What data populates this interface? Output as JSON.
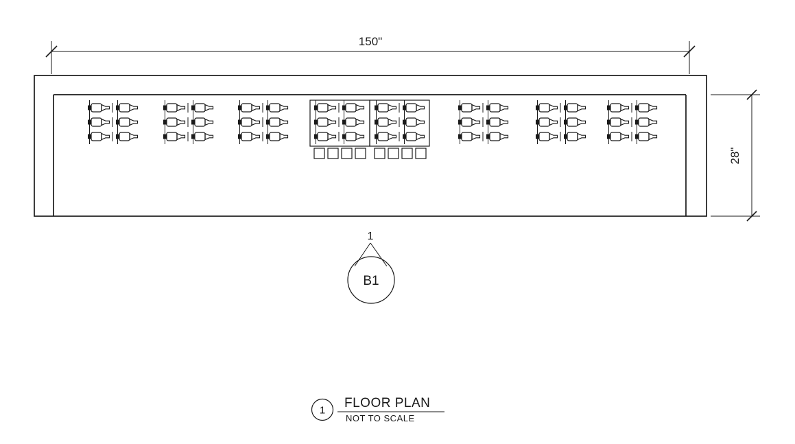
{
  "drawing": {
    "dimensions": {
      "width_label": "150\"",
      "depth_label": "28\""
    },
    "callout": {
      "leader_number": "1",
      "tag": "B1"
    },
    "title_block": {
      "detail_number": "1",
      "title": "FLOOR PLAN",
      "subtitle": "NOT TO SCALE"
    }
  }
}
